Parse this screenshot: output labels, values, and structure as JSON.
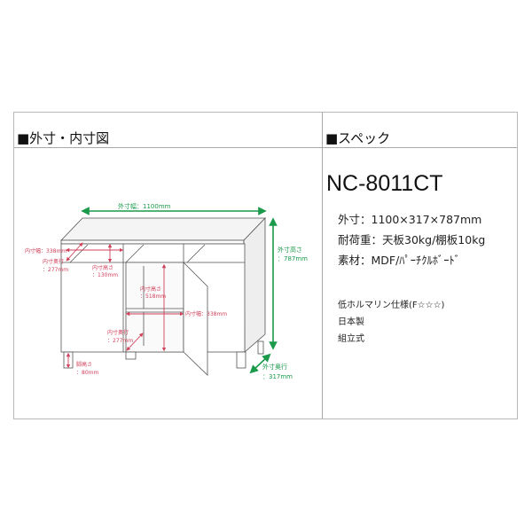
{
  "left_panel": {
    "title": "■外寸・内寸図",
    "labels": {
      "outer_width": "外寸幅：1100mm",
      "outer_height_1": "外寸高さ",
      "outer_height_2": "：787mm",
      "outer_depth_1": "外寸奥行",
      "outer_depth_2": "：317mm",
      "top_inner_width": "内寸幅：338mm",
      "top_inner_depth_1": "内寸奥行",
      "top_inner_depth_2": "：277mm",
      "top_inner_height_1": "内寸高さ",
      "top_inner_height_2": "：130mm",
      "mid_inner_height_1": "内寸高さ",
      "mid_inner_height_2": "：518mm",
      "mid_inner_width": "内寸幅：338mm",
      "mid_inner_depth_1": "内寸奥行",
      "mid_inner_depth_2": "：277mm",
      "leg_height_1": "脚高さ",
      "leg_height_2": "：80mm"
    }
  },
  "right_panel": {
    "title": "■スペック",
    "model": "NC-8011CT",
    "specs": [
      "外寸：1100×317×787mm",
      "耐荷重：天板30kg/棚板10kg",
      "素材：MDF/ﾊﾟｰﾁｸﾙﾎﾞｰﾄﾞ"
    ],
    "notes": [
      "低ホルマリン仕様(F☆☆☆)",
      "日本製",
      "組立式"
    ]
  },
  "colors": {
    "dimension_red": "#d0405a",
    "dimension_green": "#1a9a4a"
  }
}
